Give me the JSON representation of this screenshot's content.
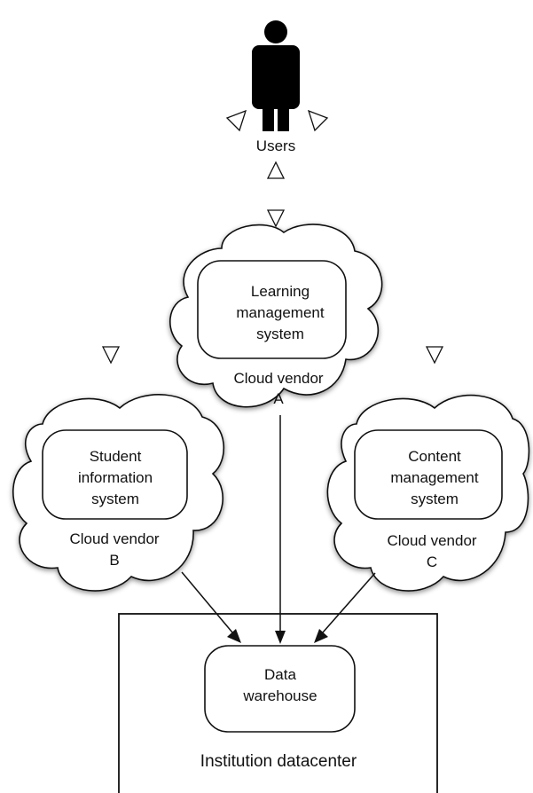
{
  "users": {
    "label": "Users"
  },
  "clouds": {
    "a": {
      "system_lines": [
        "Learning",
        "management",
        "system"
      ],
      "vendor_lines": [
        "Cloud vendor",
        "A"
      ]
    },
    "b": {
      "system_lines": [
        "Student",
        "information",
        "system"
      ],
      "vendor_lines": [
        "Cloud vendor",
        "B"
      ]
    },
    "c": {
      "system_lines": [
        "Content",
        "management",
        "system"
      ],
      "vendor_lines": [
        "Cloud vendor",
        "C"
      ]
    }
  },
  "datacenter": {
    "label": "Institution datacenter",
    "warehouse_lines": [
      "Data",
      "warehouse"
    ]
  }
}
